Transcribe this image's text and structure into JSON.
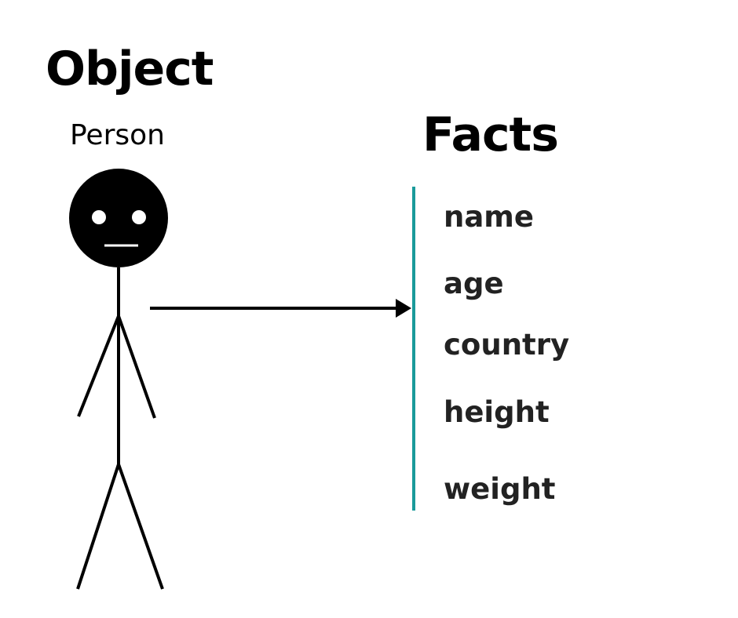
{
  "object_title": "Object",
  "object_name": "Person",
  "facts_title": "Facts",
  "facts": [
    "name",
    "age",
    "country",
    "height",
    "weight"
  ],
  "colors": {
    "text": "#000000",
    "fact_text": "#222222",
    "divider": "#1a9a9a",
    "figure": "#000000"
  }
}
